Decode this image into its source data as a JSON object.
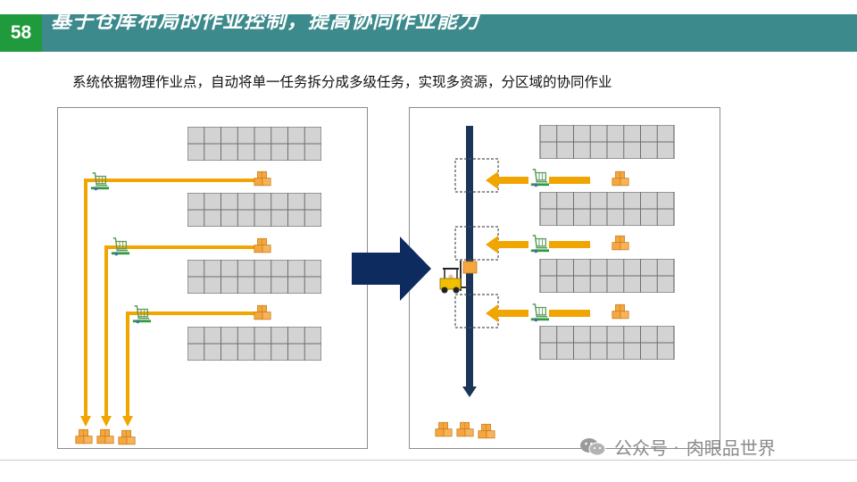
{
  "slide": {
    "number": "58",
    "title": "基于仓库布局的作业控制，提高协同作业能力"
  },
  "subtitle": "系统依据物理作业点，自动将单一任务拆分成多级任务，实现多资源，分区域的协同作业",
  "colors": {
    "title_bar": "#3d8a8c",
    "slide_number_bg": "#1f9a3c",
    "flow_arrow": "#f0a500",
    "conveyor": "#1b3558",
    "transition_arrow": "#0d2b5e",
    "rack_cell": "#d3d3d3",
    "box": "#f4a640"
  },
  "icons": [
    "hand-truck-icon",
    "box-stack-icon",
    "forklift-icon",
    "transition-arrow-icon",
    "wechat-icon"
  ],
  "watermark": {
    "prefix": "公众号 · ",
    "name": "肉眼品世界"
  }
}
